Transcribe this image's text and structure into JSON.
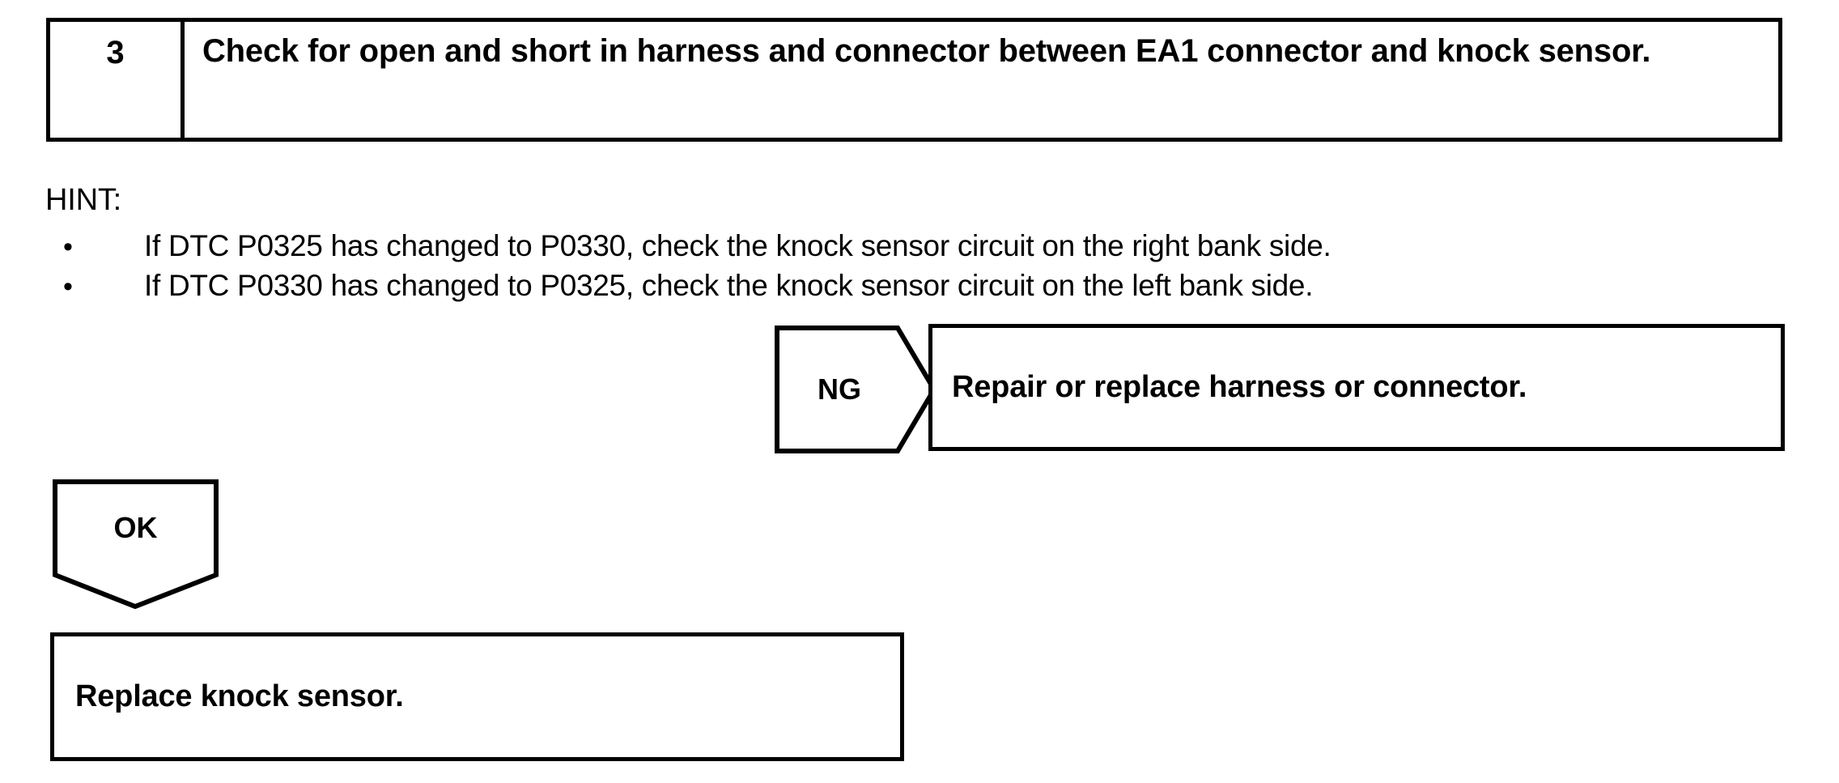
{
  "step": {
    "number": "3",
    "description": "Check for open and short in harness and connector between EA1 connector and knock sensor."
  },
  "hint": {
    "label": "HINT:",
    "bullet_glyph": "•",
    "items": [
      "If DTC P0325 has changed to P0330, check the knock sensor circuit on the right bank side.",
      "If DTC P0330 has changed to P0325, check the knock sensor circuit on the left bank side."
    ]
  },
  "branches": {
    "ng": {
      "label": "NG",
      "action": "Repair or replace harness or connector."
    },
    "ok": {
      "label": "OK",
      "action": "Replace knock sensor."
    }
  },
  "colors": {
    "ink": "#000000",
    "paper": "#ffffff"
  }
}
